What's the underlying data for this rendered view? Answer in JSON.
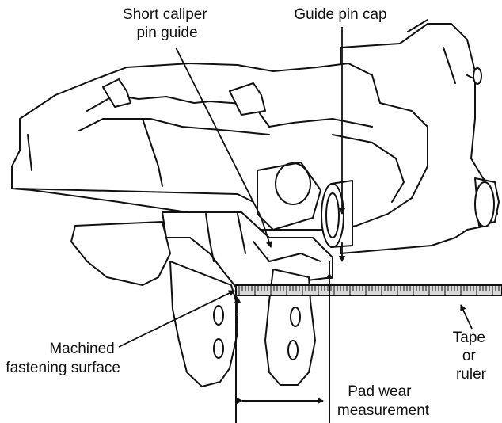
{
  "labels": {
    "short_caliper_pin_guide": [
      "Short caliper",
      "pin guide"
    ],
    "guide_pin_cap": [
      "Guide pin cap"
    ],
    "machined_fastening_surface": [
      "Machined",
      "fastening surface"
    ],
    "tape_or_ruler": [
      "Tape",
      "or",
      "ruler"
    ],
    "pad_wear_measurement": [
      "Pad wear",
      "measurement"
    ]
  },
  "colors": {
    "line": "#111111",
    "fill": "#ffffff",
    "ruler_fill": "#d9d9d9"
  }
}
